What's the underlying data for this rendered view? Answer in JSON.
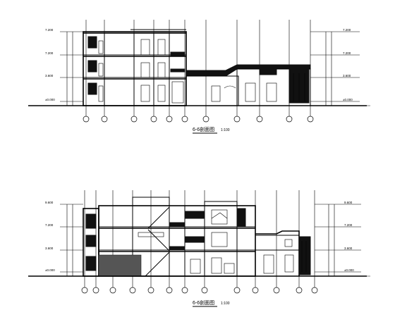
{
  "sections": [
    {
      "id": "upper",
      "caption": "6-6剖面图",
      "scale": "1:100",
      "left_levels": [
        "7.200",
        "7.200",
        "3.600",
        "±0.000"
      ],
      "right_levels": [
        "7.200",
        "7.200",
        "3.600",
        "±0.000"
      ]
    },
    {
      "id": "lower",
      "caption": "6-6剖面图",
      "scale": "1:100",
      "left_levels": [
        "9.600",
        "7.200",
        "3.600",
        "±0.000"
      ],
      "right_levels": [
        "9.600",
        "7.200",
        "3.600",
        "±0.000"
      ]
    }
  ]
}
